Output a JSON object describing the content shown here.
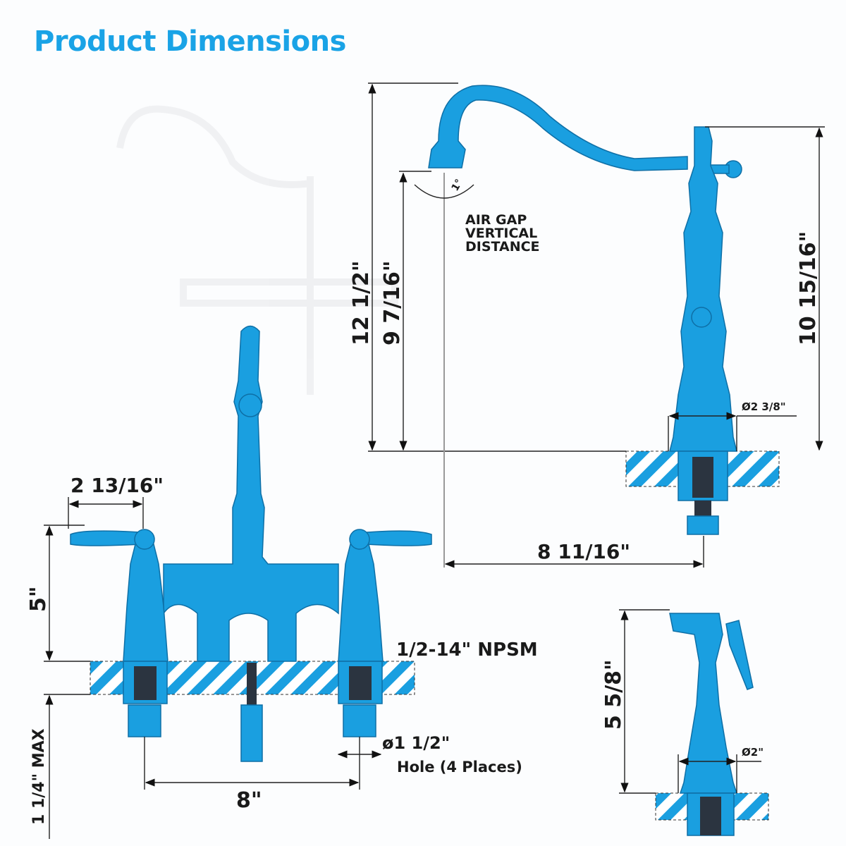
{
  "title": "Product Dimensions",
  "colors": {
    "accent": "#1a9fe0",
    "title": "#1aa3e6"
  },
  "main_faucet": {
    "total_height": "12 1/2\"",
    "spout_height": "9 7/16\"",
    "angle": "1°",
    "air_gap": [
      "AIR GAP",
      "VERTICAL",
      "DISTANCE"
    ],
    "body_height": "10 15/16\"",
    "base_diameter": "Ø2 3/8\"",
    "spout_reach": "8 11/16\""
  },
  "bridge_faucet": {
    "handle_length": "2 13/16\"",
    "handle_height": "5\"",
    "thread": "1/2-14\" NPSM",
    "hole_diameter": "ø1 1/2\"",
    "hole_note": "Hole (4 Places)",
    "center_spread": "8\"",
    "deck_thickness": "1 1/4\" MAX"
  },
  "sprayer": {
    "height": "5 5/8\"",
    "diameter": "Ø2\""
  }
}
